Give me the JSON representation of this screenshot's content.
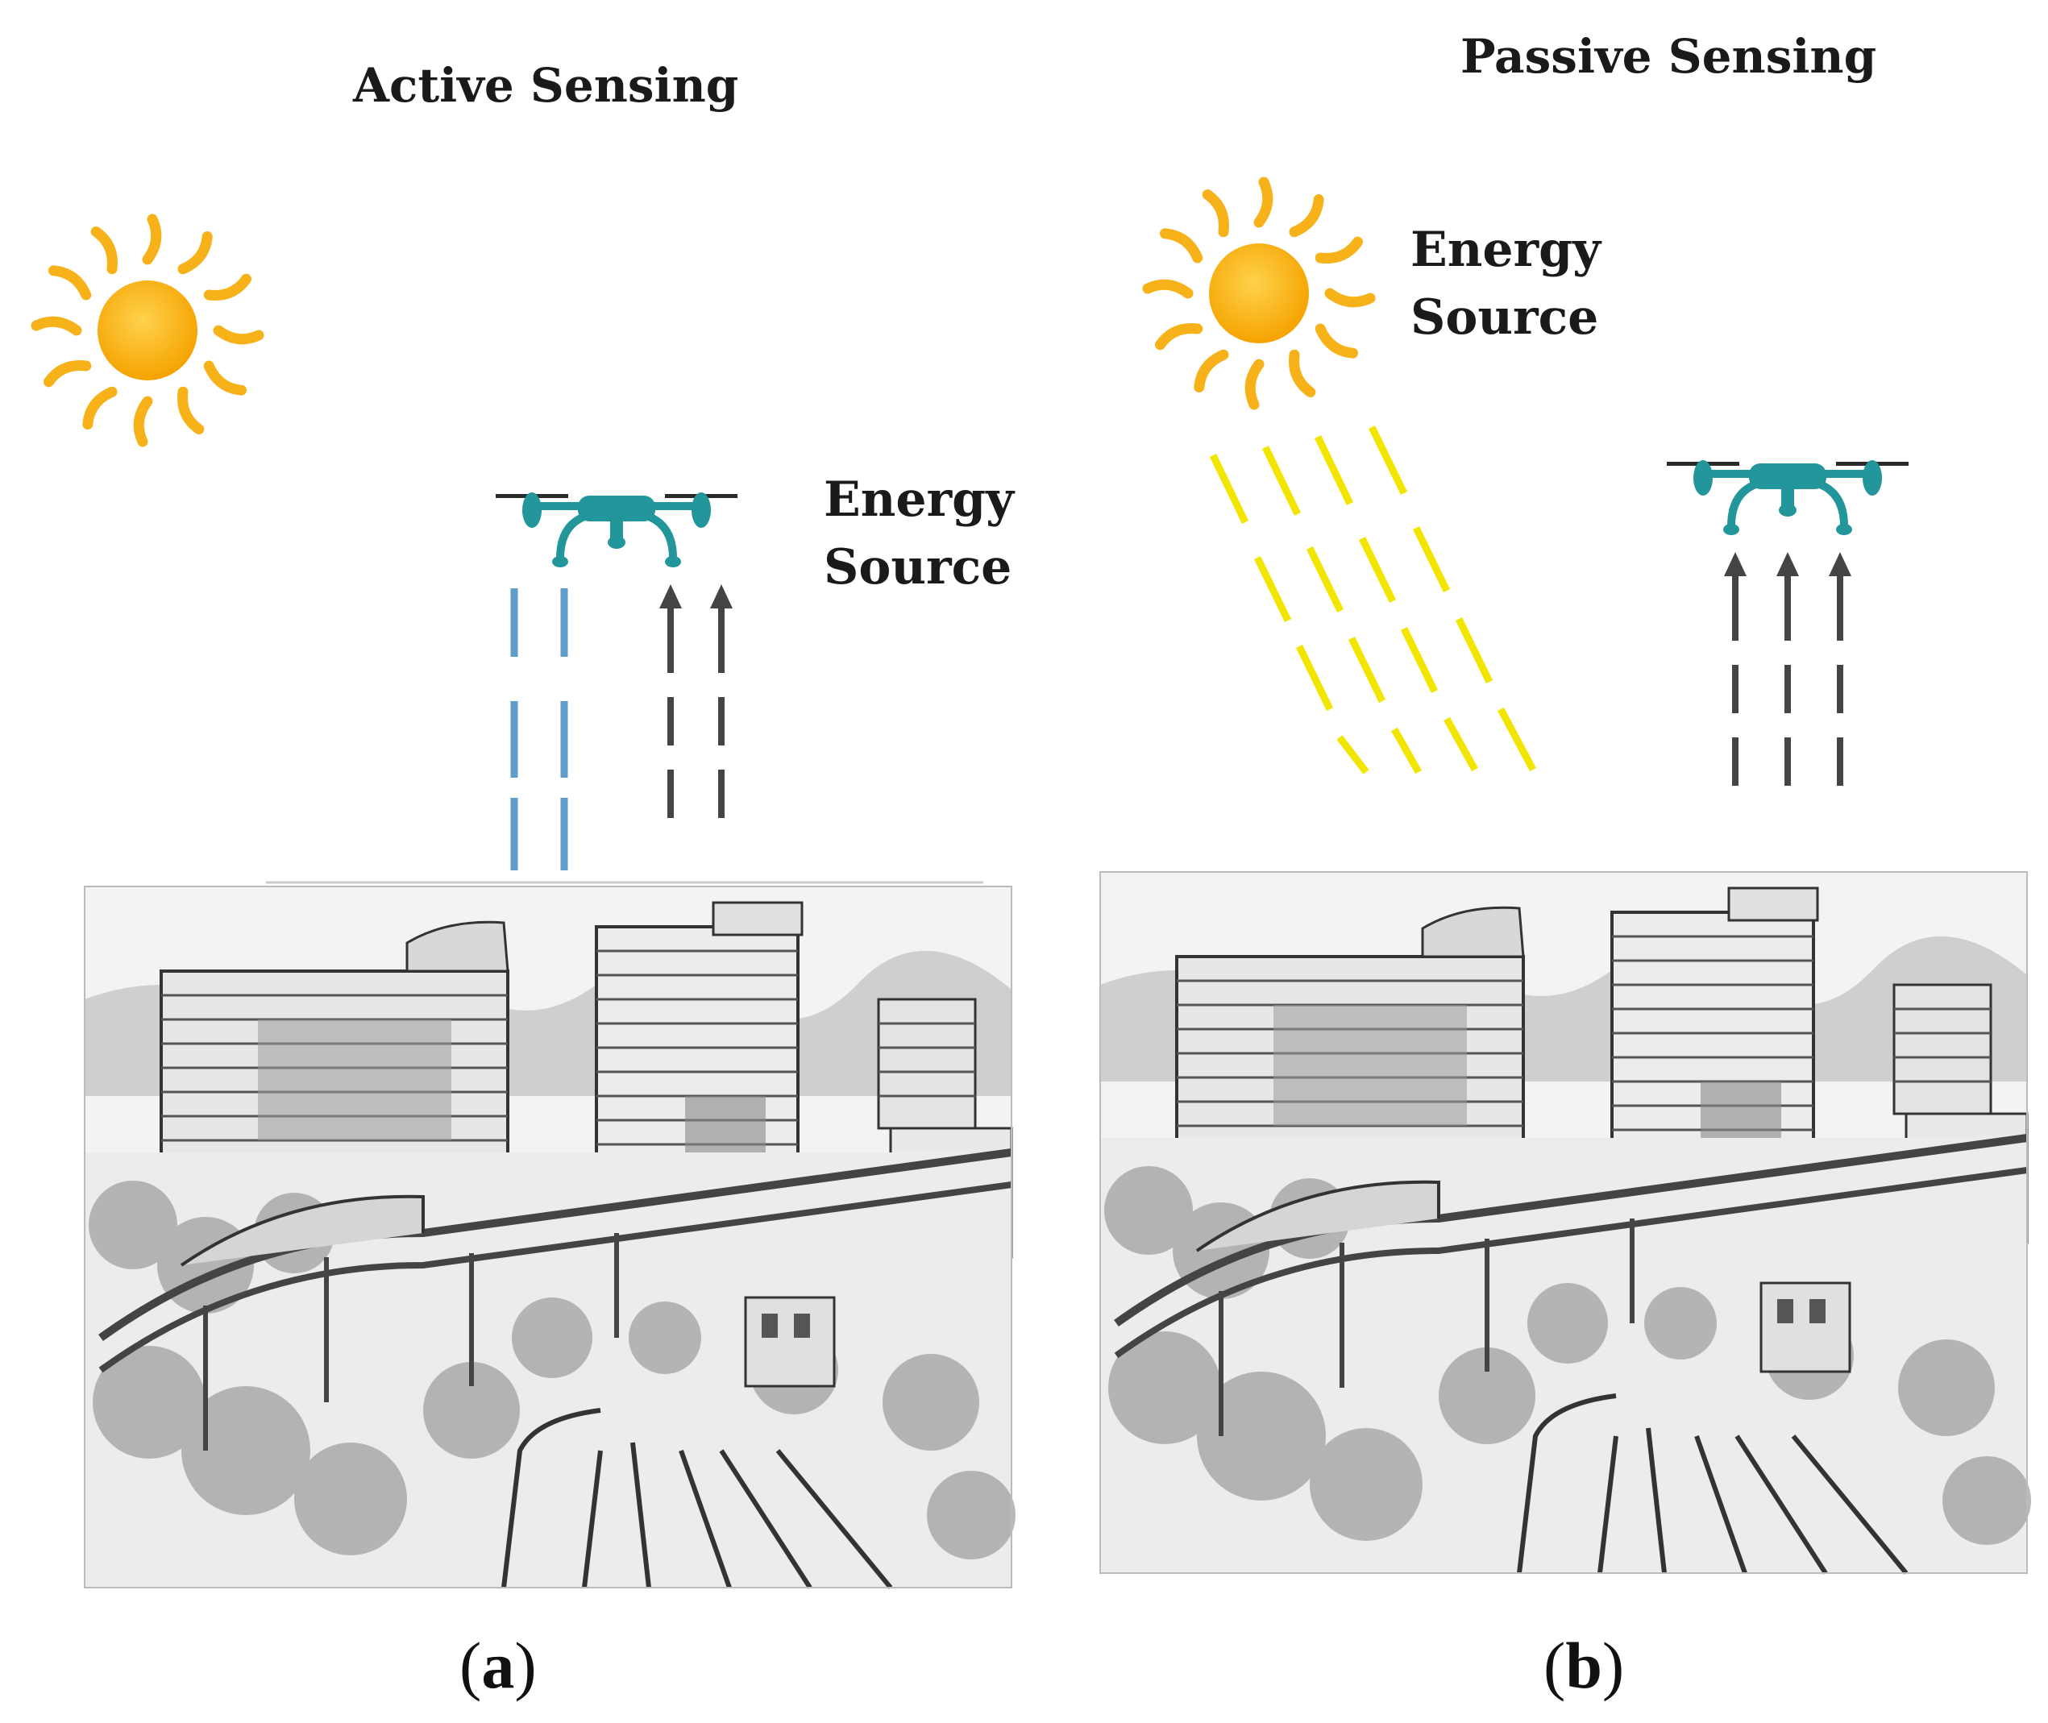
{
  "panel_a": {
    "title": "Active Sensing",
    "energy_line1": "Energy",
    "energy_line2": "Source",
    "caption_open": "(",
    "caption_letter": "a",
    "caption_close": ")"
  },
  "panel_b": {
    "title": "Passive Sensing",
    "energy_line1": "Energy",
    "energy_line2": "Source",
    "caption_open": "(",
    "caption_letter": "b",
    "caption_close": ")"
  },
  "colors": {
    "sun": "#f7b21a",
    "sun_core": "#f5a300",
    "drone": "#23969b",
    "active_beam": "#5f9ecb",
    "reflected_arrow": "#444444",
    "sunlight_ray": "#f2e600"
  },
  "icons": [
    "sun-icon",
    "drone-icon",
    "city-scene"
  ]
}
